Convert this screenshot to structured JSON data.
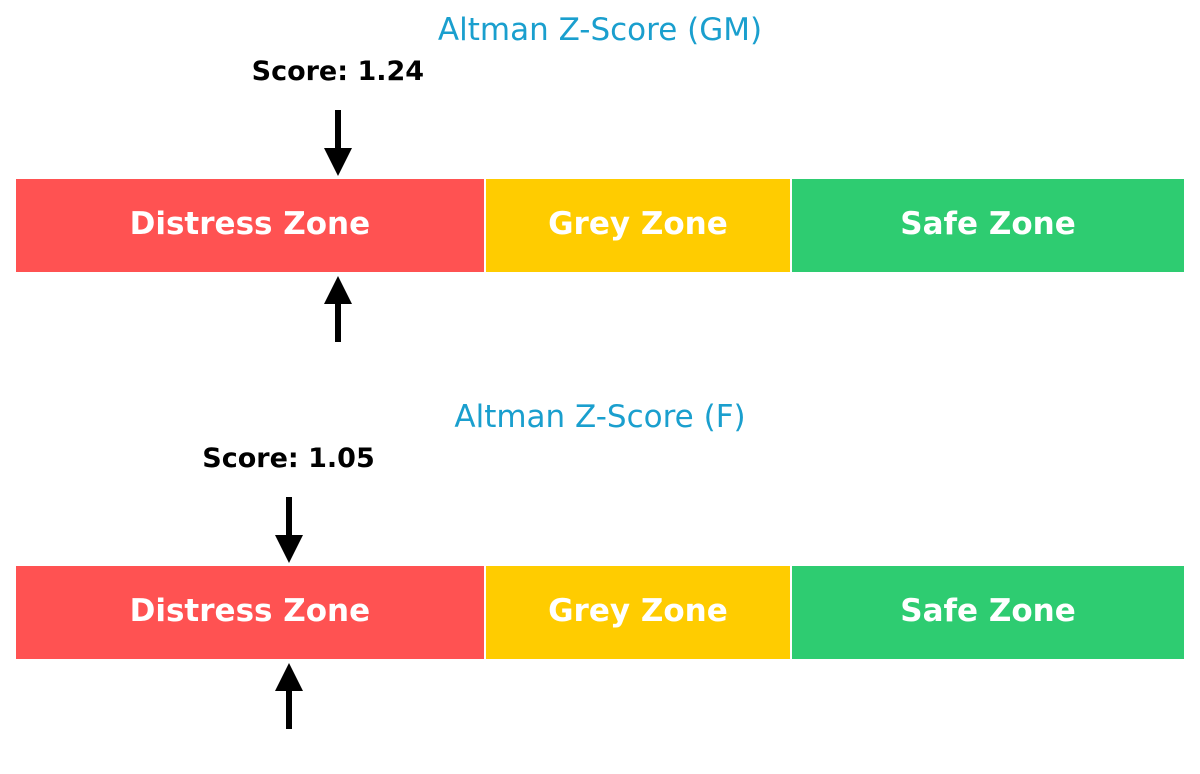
{
  "chart_data": [
    {
      "type": "gauge",
      "title": "Altman Z-Score (GM)",
      "score_label": "Score: 1.24",
      "score": 1.24,
      "scale_range": [
        0,
        4.5
      ],
      "title_color": "#1a9fce",
      "zones": [
        {
          "name": "Distress Zone",
          "min": 0,
          "max": 1.81,
          "color": "#ff5252"
        },
        {
          "name": "Grey Zone",
          "min": 1.81,
          "max": 2.99,
          "color": "#ffcc00"
        },
        {
          "name": "Safe Zone",
          "min": 2.99,
          "max": 4.5,
          "color": "#2ecc71"
        }
      ]
    },
    {
      "type": "gauge",
      "title": "Altman Z-Score (F)",
      "score_label": "Score: 1.05",
      "score": 1.05,
      "scale_range": [
        0,
        4.5
      ],
      "title_color": "#1a9fce",
      "zones": [
        {
          "name": "Distress Zone",
          "min": 0,
          "max": 1.81,
          "color": "#ff5252"
        },
        {
          "name": "Grey Zone",
          "min": 1.81,
          "max": 2.99,
          "color": "#ffcc00"
        },
        {
          "name": "Safe Zone",
          "min": 2.99,
          "max": 4.5,
          "color": "#2ecc71"
        }
      ]
    }
  ]
}
